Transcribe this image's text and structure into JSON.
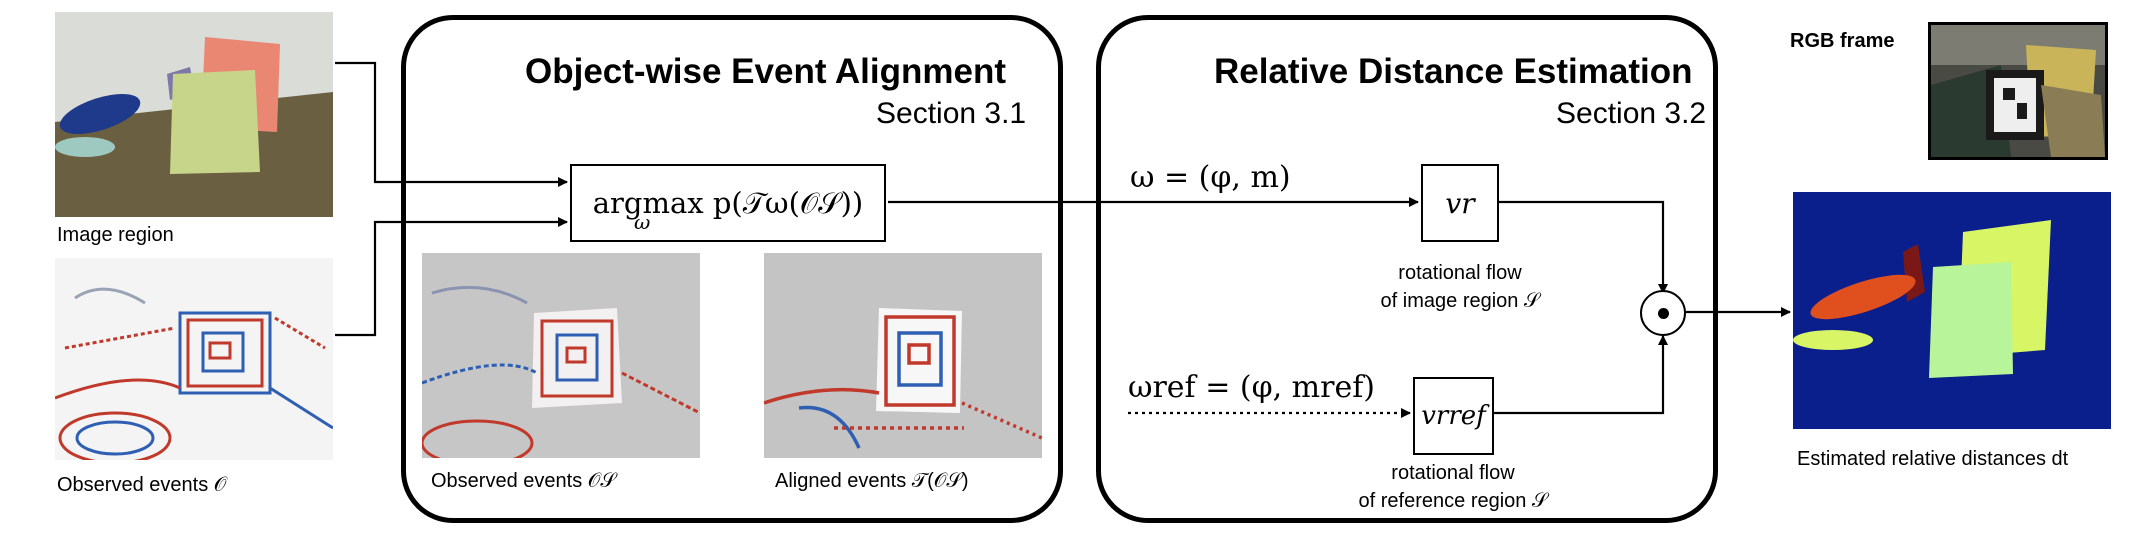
{
  "left": {
    "image_region_caption": "Image region",
    "observed_events_caption": "Observed events 𝒪"
  },
  "alignment_panel": {
    "title": "Object-wise Event Alignment",
    "section": "Section 3.1",
    "formula": "argmax p(𝒯ω(𝒪𝒮))",
    "formula_sub": "ω",
    "observed_caption": "Observed events 𝒪𝒮",
    "aligned_caption": "Aligned events 𝒯(𝒪𝒮)"
  },
  "distance_panel": {
    "title": "Relative Distance Estimation",
    "section": "Section 3.2",
    "omega_label": "ω = (φ, m)",
    "omega_ref_label": "ωref = (φ, mref)",
    "vr_label": "vr",
    "vr_ref_label": "vrref",
    "rot_flow_caption_1": "rotational flow",
    "rot_flow_caption_2": "of image region 𝒮",
    "rot_flow_ref_caption_1": "rotational flow",
    "rot_flow_ref_caption_2": "of reference region 𝒮",
    "product_symbol": "⊙"
  },
  "right": {
    "rgb_label": "RGB frame",
    "estimated_caption": "Estimated relative distances dt"
  },
  "colors": {
    "event_red": "#c0392b",
    "event_blue": "#2e5fb3",
    "depth_bg": "#0a1e8c",
    "depth_yellow": "#d8f566",
    "depth_lightgreen": "#b8f59a",
    "depth_orange": "#e0501e",
    "depth_darkred": "#7a1818",
    "sim_floor": "#6b5f42",
    "sim_pink": "#e98773",
    "sim_yellowgreen": "#c7d58a"
  }
}
